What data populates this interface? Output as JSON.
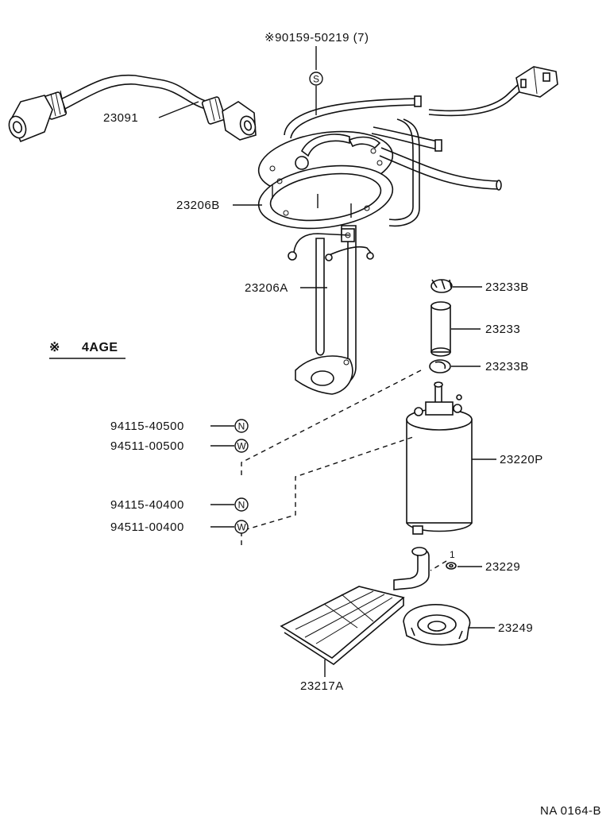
{
  "top_callout": "※90159-50219 (7)",
  "top_callout_symbol": "S",
  "note_mark": "※",
  "note_label": "4AGE",
  "fasteners": [
    {
      "part_no": "94115-40500",
      "symbol": "N"
    },
    {
      "part_no": "94511-00500",
      "symbol": "W"
    },
    {
      "part_no": "94115-40400",
      "symbol": "N"
    },
    {
      "part_no": "94511-00400",
      "symbol": "W"
    }
  ],
  "parts": {
    "hose": "23091",
    "gasket": "23206B",
    "bracket": "23206A",
    "clamp_top": "23233B",
    "hose_short": "23233",
    "clamp_bottom": "23233B",
    "pump": "23220P",
    "washer": "23229",
    "cushion": "23249",
    "filter": "23217A"
  },
  "washer_qty": "1",
  "figure_code": "NA 0164-B"
}
